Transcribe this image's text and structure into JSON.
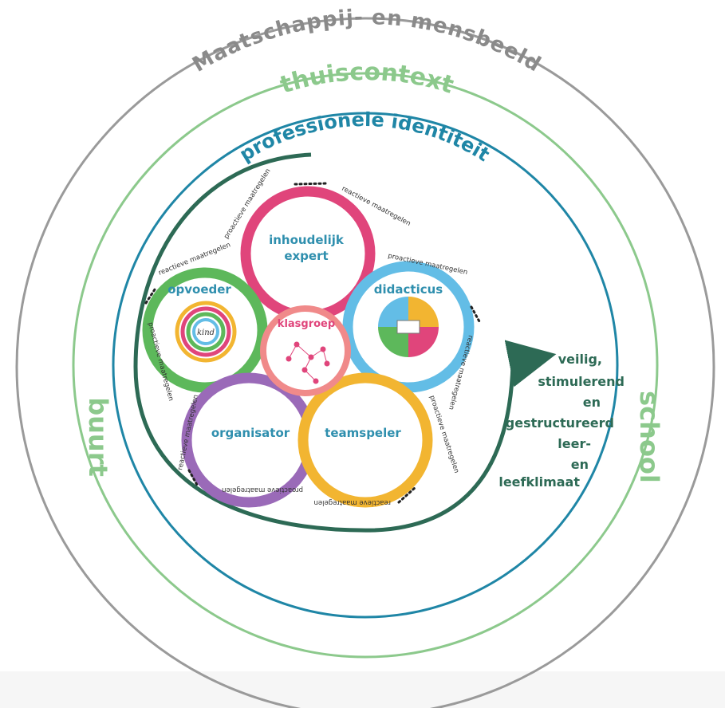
{
  "rings": {
    "outer": "Maatschappij- en mensbeeld",
    "home": "thuiscontext",
    "identity": "professionele identiteit",
    "neighbourhood": "buurt",
    "school": "school"
  },
  "roles": {
    "content_expert_line1": "inhoudelijk",
    "content_expert_line2": "expert",
    "educator": "opvoeder",
    "didactician": "didacticus",
    "class_group": "klasgroep",
    "organiser": "organisator",
    "team_player": "teamspeler",
    "child": "kind"
  },
  "measures": {
    "proactive": "proactieve maatregelen",
    "reactive": "reactieve maatregelen"
  },
  "climate": {
    "line1": "veilig,",
    "line2": "stimulerend",
    "line3": "en",
    "line4": "gestructureerd",
    "line5": "leer-",
    "line6": "en",
    "line7": "leefklimaat"
  },
  "colors": {
    "outer_ring": "#9a9a9a",
    "home_ring": "#8cc98c",
    "identity_ring": "#1f86a6",
    "spiral": "#2d6a55",
    "content_expert": "#e0457b",
    "educator": "#5db85b",
    "didactician": "#63bde6",
    "organiser": "#9a6ab8",
    "team_player": "#f2b531",
    "class_group": "#f08a8a"
  }
}
